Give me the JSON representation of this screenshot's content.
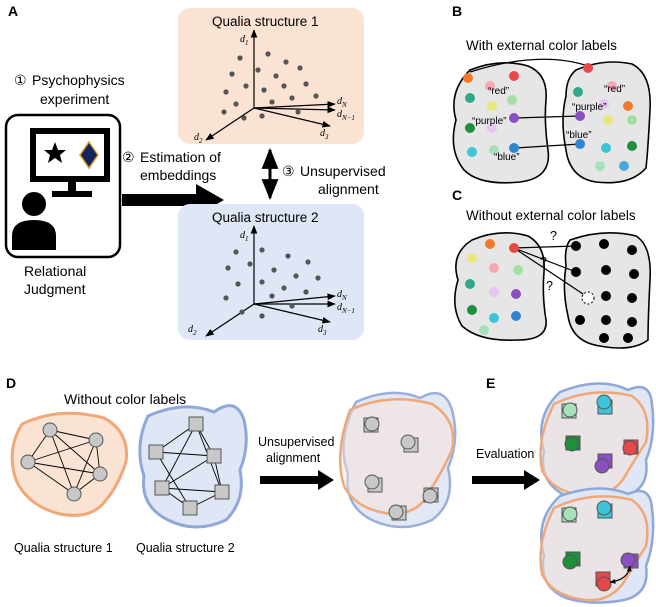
{
  "panels": {
    "a": "A",
    "b": "B",
    "c": "C",
    "d": "D",
    "e": "E"
  },
  "panel_a": {
    "step1_num": "①",
    "step1_line1": "Psychophysics",
    "step1_line2": "experiment",
    "step2_num": "②",
    "step2_line1": "Estimation of",
    "step2_line2": "embeddings",
    "step3_num": "③",
    "step3_line1": "Unsupervised",
    "step3_line2": "alignment",
    "judgment_line1": "Relational",
    "judgment_line2": "Judgment",
    "qs1_title": "Qualia structure 1",
    "qs2_title": "Qualia structure 2",
    "axis_d1": "d",
    "axis_d1_sub": "1",
    "axis_d2": "d",
    "axis_d2_sub": "2",
    "axis_d3": "d",
    "axis_d3_sub": "3",
    "axis_dN": "d",
    "axis_dN_sub": "N",
    "axis_dN1": "d",
    "axis_dN1_sub": "N−1",
    "qs1_bg": "#fbe3d4",
    "qs2_bg": "#dfe6f5"
  },
  "panel_b": {
    "title": "With external color labels",
    "label_red_left": "“red”",
    "label_purple_left": "“purple”",
    "label_blue_left": "“blue”",
    "label_red_right": "“red”",
    "label_purple_right": "“purple”",
    "label_blue_right": "“blue”"
  },
  "panel_c": {
    "title": "Without external color labels",
    "q1": "?",
    "q2": "?",
    "q3": "?"
  },
  "panel_d": {
    "title": "Without color labels",
    "caption1": "Qualia structure 1",
    "caption2": "Qualia structure 2",
    "arrow_label_line1": "Unsupervised",
    "arrow_label_line2": "alignment"
  },
  "panel_e": {
    "arrow_label": "Evaluation"
  },
  "colors": {
    "orange_outline": "#f0a878",
    "blue_outline": "#8fa8d8",
    "blob_gray": "#e6e6e6",
    "red": "#e8484a",
    "blue": "#2e86d1",
    "purple": "#8a4fc0",
    "green": "#1e8f3a"
  }
}
